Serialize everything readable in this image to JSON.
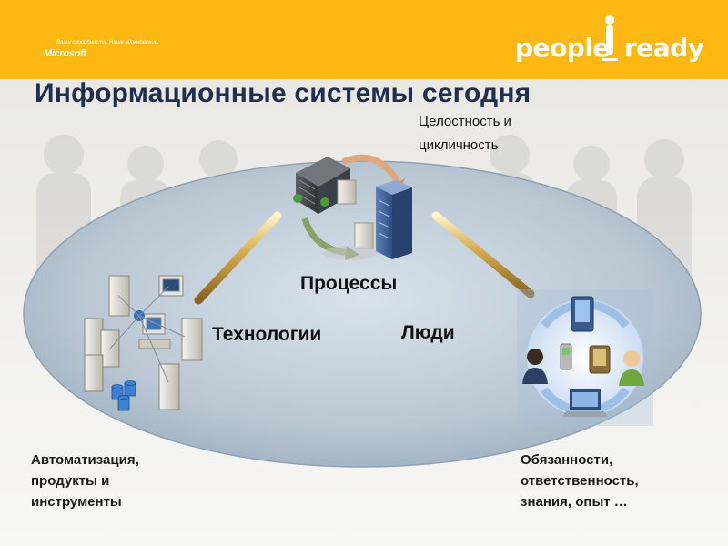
{
  "header": {
    "ms_tagline": "Ваши способности. Наше вдохновение.",
    "ms_logo": "Microsoft",
    "brand_left": "people",
    "brand_right": "ready",
    "bar_color": "#fdb813"
  },
  "title": "Информационные системы сегодня",
  "notes": {
    "top": [
      "Целостность и",
      "цикличность"
    ],
    "left": [
      "Автоматизация,",
      "продукты и",
      "инструменты"
    ],
    "right": [
      "Обязанности,",
      "ответственность,",
      "знания, опыт …"
    ]
  },
  "labels": {
    "processes": "Процессы",
    "technologies": "Технологии",
    "people": "Люди"
  },
  "icons": [
    "buildings-icon",
    "servers-network-icon",
    "people-devices-icon"
  ]
}
